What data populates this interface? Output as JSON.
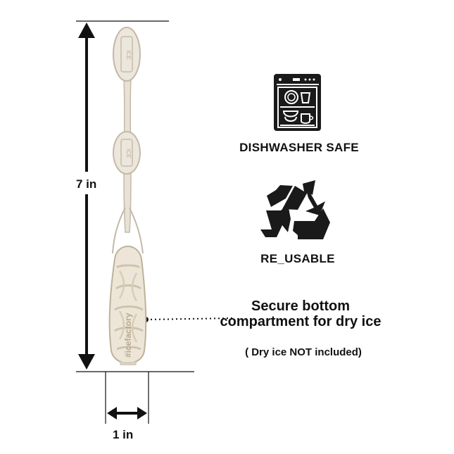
{
  "dimensions": {
    "height": "7 in",
    "width": "1 in"
  },
  "features": [
    {
      "label": "DISHWASHER SAFE",
      "icon": "dishwasher-icon"
    },
    {
      "label": "RE_USABLE",
      "icon": "recycle-icon"
    }
  ],
  "callout": {
    "title": "Secure bottom compartment for dry ice",
    "note": "( Dry ice NOT included)"
  },
  "product": {
    "brand": "#icefactory"
  },
  "colors": {
    "text": "#111111",
    "product_body": "#e8e2d6",
    "product_outline": "#c4b9a6",
    "icon": "#1a1a1a"
  }
}
